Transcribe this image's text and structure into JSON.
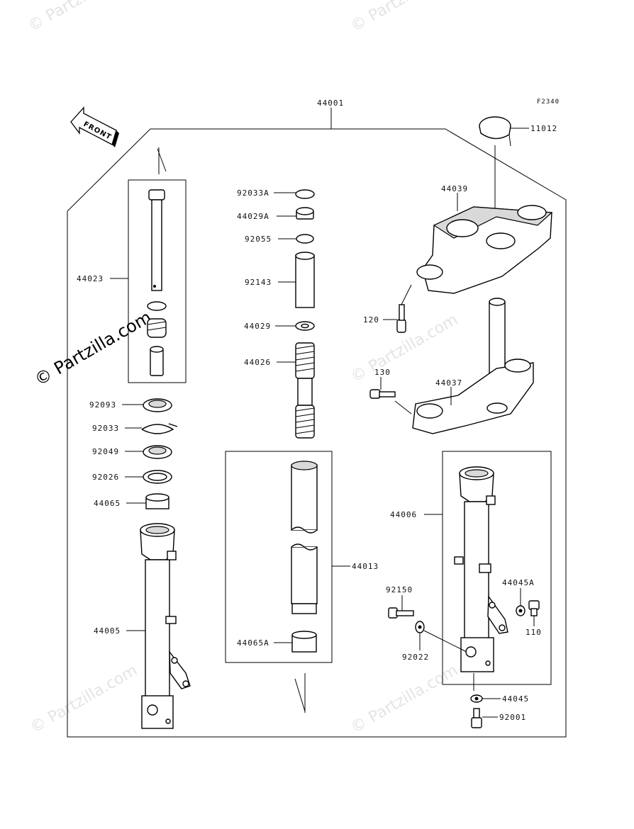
{
  "figure_code": "F2340",
  "front_label": "FRONT",
  "watermark": "© Partzilla.com",
  "watermark_center": "© Partzilla.com",
  "parts": {
    "p44001": "44001",
    "p11012": "11012",
    "p44039": "44039",
    "p92033A": "92033A",
    "p44029A": "44029A",
    "p92055": "92055",
    "p92143": "92143",
    "p44029": "44029",
    "p44026": "44026",
    "p44023": "44023",
    "p120": "120",
    "p130": "130",
    "p44037": "44037",
    "p92093": "92093",
    "p92033": "92033",
    "p92049": "92049",
    "p92026": "92026",
    "p44065": "44065",
    "p44005": "44005",
    "p44013": "44013",
    "p44065A": "44065A",
    "p44006": "44006",
    "p92150": "92150",
    "p44045A": "44045A",
    "p110": "110",
    "p92022": "92022",
    "p44045": "44045",
    "p92001": "92001"
  }
}
